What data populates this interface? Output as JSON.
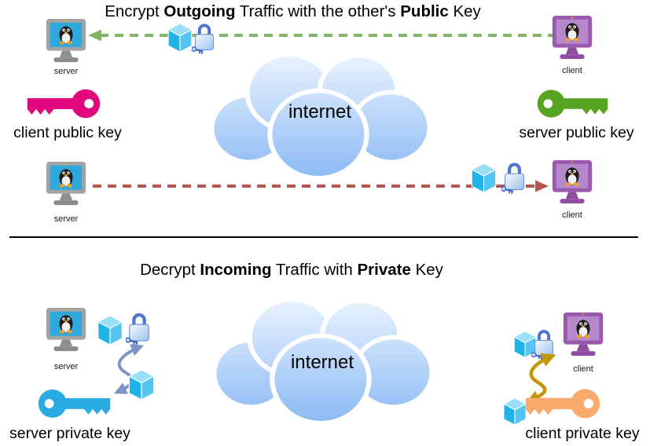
{
  "titles": {
    "encrypt": {
      "part1": "Encrypt ",
      "bold1": "Outgoing",
      "part2": " Traffic with the other's ",
      "bold2": "Public",
      "part3": " Key"
    },
    "decrypt": {
      "part1": "Decrypt ",
      "bold1": "Incoming",
      "part2": " Traffic with ",
      "bold2": "Private",
      "part3": " Key"
    }
  },
  "labels": {
    "server": "server",
    "client": "client",
    "internet": "internet"
  },
  "keys": {
    "client_public": {
      "label": "client public key",
      "color": "#e2077d"
    },
    "server_public": {
      "label": "server public key",
      "color": "#56a41f"
    },
    "server_private": {
      "label": "server private key",
      "color": "#29abe2"
    },
    "client_private": {
      "label": "client private key",
      "color": "#f8ab6c"
    }
  },
  "arrows": {
    "client_to_server_encrypted": {
      "color": "#82b366",
      "style": "dashed"
    },
    "server_to_client_encrypted": {
      "color": "#b85450",
      "style": "dashed"
    },
    "server_decrypt": {
      "color": "#7d95c8"
    },
    "client_decrypt": {
      "color": "#c49504"
    }
  },
  "icons": {
    "server_node": "linux-monitor-icon",
    "client_node": "linux-monitor-icon",
    "packet": "cube-icon",
    "encrypted_packet": "padlock-icon",
    "network": "cloud-icon",
    "key": "key-icon"
  },
  "colors": {
    "cloud_top": "#eef6ff",
    "cloud_bottom": "#85b6f3",
    "server_monitor": "#a3a3a3",
    "server_screen": "#2fa8de",
    "client_monitor": "#9c57ae",
    "client_screen": "#b488c9",
    "packet_cube": "#29b8ea",
    "divider": "#000000"
  }
}
